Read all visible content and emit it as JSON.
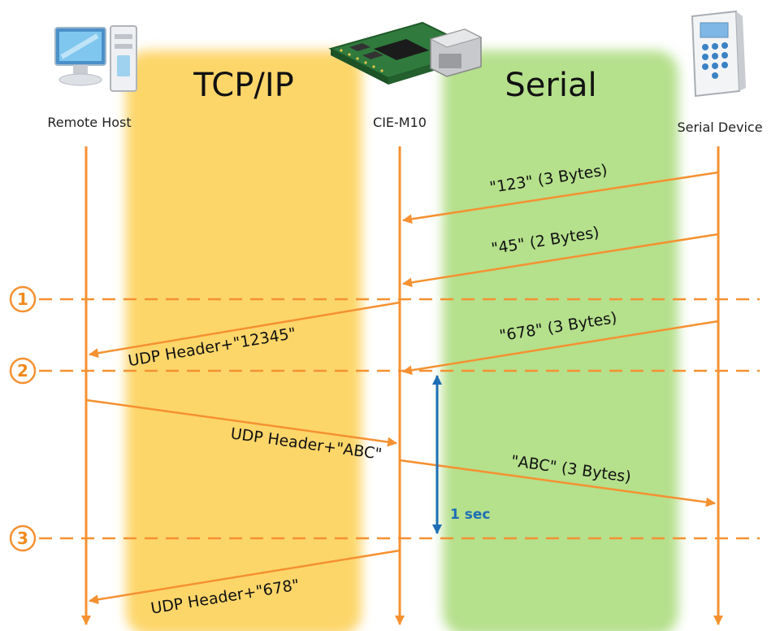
{
  "zones": {
    "tcpip": {
      "title": "TCP/IP",
      "color": "#fdd66b"
    },
    "serial": {
      "title": "Serial",
      "color": "#b5e08c"
    }
  },
  "participants": {
    "remote": {
      "label": "Remote Host",
      "icon": "computer-icon"
    },
    "module": {
      "label": "CIE-M10",
      "icon": "circuit-board-icon"
    },
    "device": {
      "label": "Serial Device",
      "icon": "keypad-device-icon"
    }
  },
  "steps": [
    "1",
    "2",
    "3"
  ],
  "messages": {
    "m1": "\"123\" (3 Bytes)",
    "m2": "\"45\" (2 Bytes)",
    "m3": "UDP Header+\"12345\"",
    "m4": "\"678\" (3 Bytes)",
    "m5": "UDP Header+\"ABC\"",
    "m6": "\"ABC\" (3 Bytes)",
    "m7": "UDP Header+\"678\""
  },
  "timer": {
    "label": "1 sec"
  },
  "colors": {
    "arrow": "#f59131",
    "dashed": "#f59131",
    "timer": "#1e6fb5"
  }
}
